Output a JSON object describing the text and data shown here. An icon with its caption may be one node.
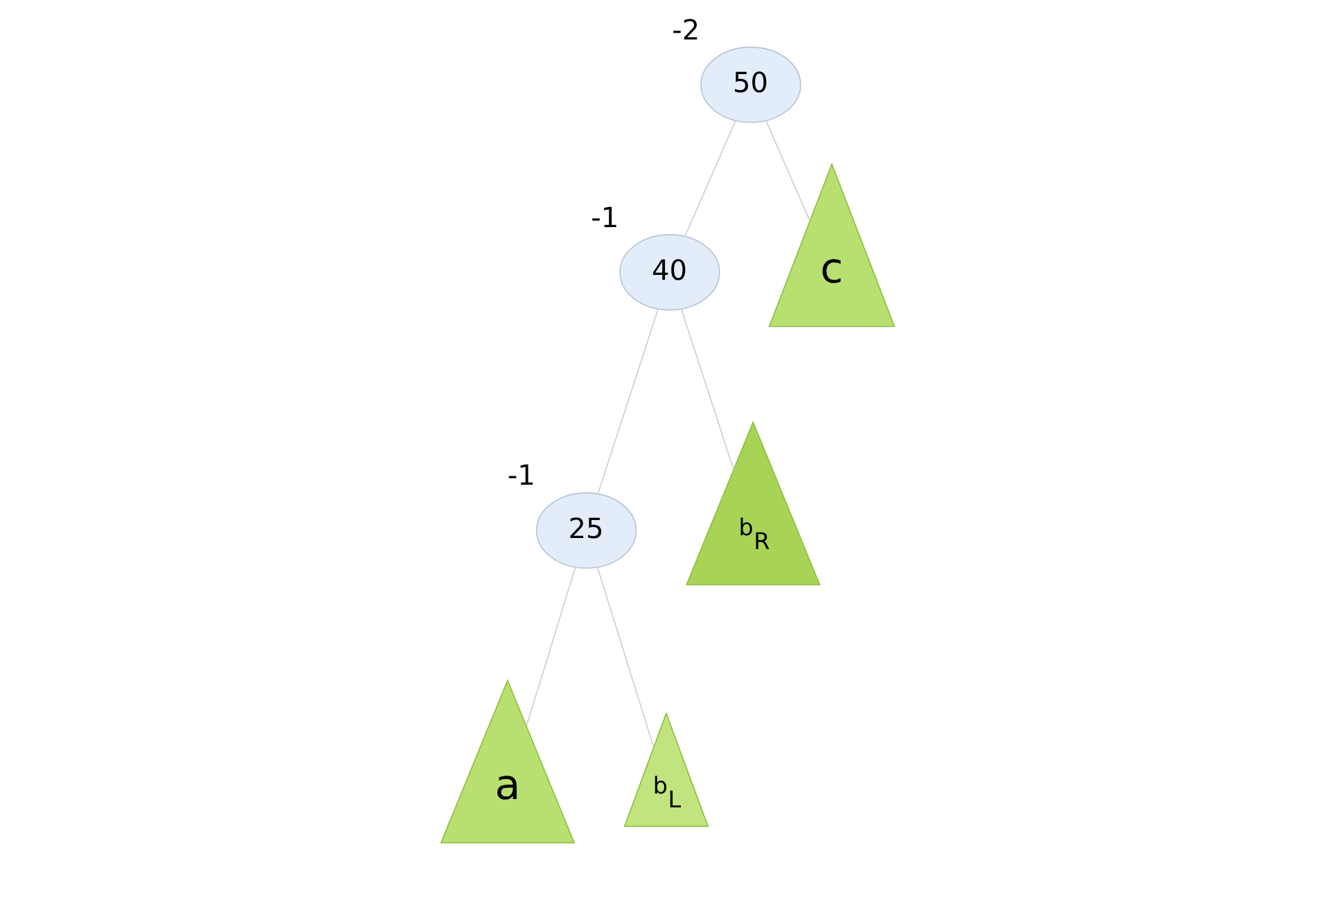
{
  "diagram": {
    "nodes": [
      {
        "text": [
          "50"
        ],
        "beside": [
          "-2"
        ]
      },
      {
        "text": [
          "40"
        ],
        "beside": [
          "-1"
        ]
      },
      {
        "text": [
          "25"
        ],
        "beside": [
          "-1"
        ]
      },
      {
        "text": [
          "a"
        ]
      },
      {
        "text": [
          "b$_{L}$"
        ]
      },
      {
        "text": [
          "b$_{R}$"
        ]
      },
      {
        "text": [
          "c"
        ]
      }
    ],
    "edges": [
      {
        "from": 0,
        "to": 1,
        "arrow": "none"
      },
      {
        "from": 0,
        "to": 6,
        "arrow": "none"
      },
      {
        "from": 1,
        "to": 2,
        "arrow": "none"
      },
      {
        "from": 1,
        "to": 5,
        "arrow": "none"
      },
      {
        "from": 2,
        "to": 3,
        "arrow": "none"
      },
      {
        "from": 2,
        "to": 4,
        "arrow": "none"
      }
    ]
  }
}
